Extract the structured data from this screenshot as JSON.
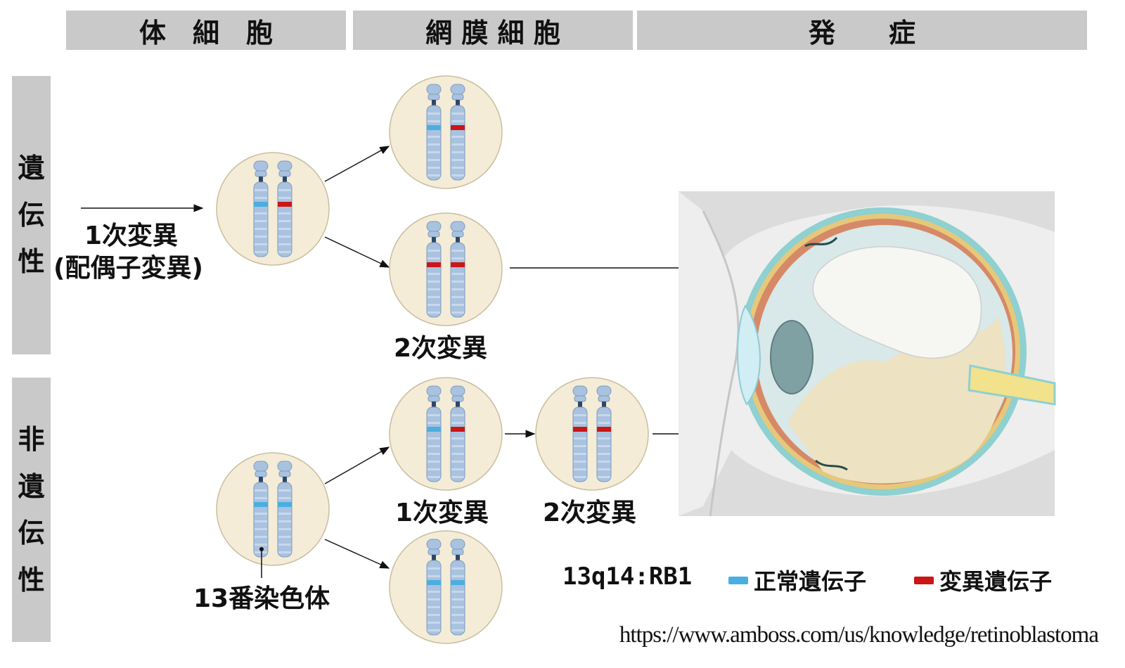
{
  "headers": {
    "somatic": "体　細　胞",
    "retinal": "網 膜 細 胞",
    "onset": "発　　症"
  },
  "rows": {
    "hereditary": [
      "遺",
      "伝",
      "性"
    ],
    "nonhereditary": [
      "非",
      "遺",
      "伝",
      "性"
    ]
  },
  "labels": {
    "first_mutation_line1": "1次変異",
    "first_mutation_line2": "(配偶子変異)",
    "second_mutation_hered": "2次変異",
    "first_mutation_non": "1次変異",
    "second_mutation_non": "2次変異",
    "chromosome13": "13番染色体"
  },
  "legend": {
    "locus": "13q14:RB1",
    "normal": "正常遺伝子",
    "mutant": "変異遺伝子"
  },
  "source_url": "https://www.amboss.com/us/knowledge/retinoblastoma",
  "colors": {
    "header_gray": "#c9c9c9",
    "cell_fill": "#f4ecd6",
    "chromosome_blue": "#a9c2df",
    "normal_gene": "#4aaee0",
    "mutant_gene": "#cc1515"
  },
  "cells": [
    {
      "id": "hered-somatic",
      "genes": [
        "normal",
        "mutant"
      ]
    },
    {
      "id": "hered-retina-a",
      "genes": [
        "normal",
        "mutant"
      ]
    },
    {
      "id": "hered-retina-b",
      "genes": [
        "mutant",
        "mutant"
      ]
    },
    {
      "id": "non-somatic",
      "genes": [
        "normal",
        "normal"
      ]
    },
    {
      "id": "non-retina-a",
      "genes": [
        "normal",
        "mutant"
      ]
    },
    {
      "id": "non-retina-b",
      "genes": [
        "mutant",
        "mutant"
      ]
    },
    {
      "id": "non-retina-c",
      "genes": [
        "normal",
        "normal"
      ]
    }
  ]
}
